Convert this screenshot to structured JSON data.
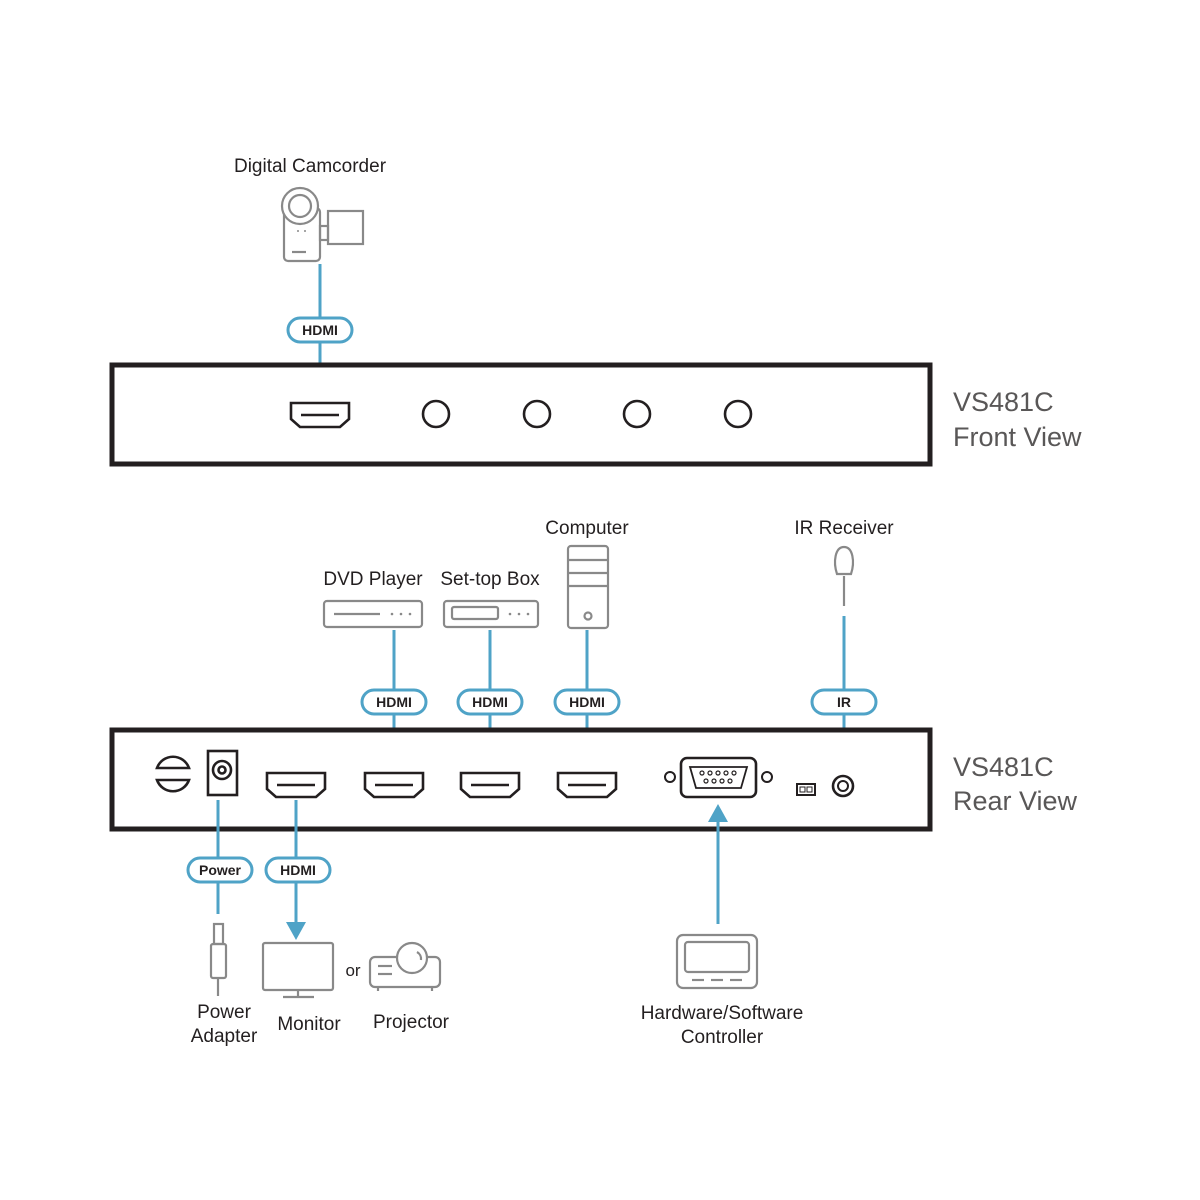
{
  "front": {
    "title_line1": "VS481C",
    "title_line2": "Front View",
    "source_label": "Digital Camcorder",
    "source_badge": "HDMI",
    "button_count": 4
  },
  "rear": {
    "title_line1": "VS481C",
    "title_line2": "Rear View",
    "inputs": [
      {
        "label": "DVD Player",
        "badge": "HDMI"
      },
      {
        "label": "Set-top Box",
        "badge": "HDMI"
      },
      {
        "label": "Computer",
        "badge": "HDMI"
      }
    ],
    "ir": {
      "label": "IR Receiver",
      "badge": "IR"
    },
    "power": {
      "badge": "Power",
      "label_line1": "Power",
      "label_line2": "Adapter"
    },
    "output": {
      "badge": "HDMI",
      "monitor_label": "Monitor",
      "or_label": "or",
      "projector_label": "Projector"
    },
    "controller": {
      "label_line1": "Hardware/Software",
      "label_line2": "Controller"
    }
  },
  "colors": {
    "cable": "#4fa3c7",
    "outline": "#231f20",
    "device": "#898989"
  }
}
